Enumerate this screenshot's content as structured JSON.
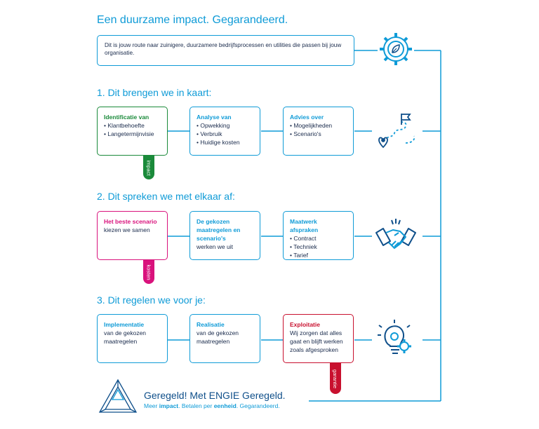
{
  "title": "Een duurzame impact. Gegarandeerd.",
  "intro": "Dit is jouw route naar zuinigere, duurzamere bedrijfsprocessen en utilities die passen bij jouw organisatie.",
  "sections": [
    {
      "title": "1. Dit brengen we in kaart:",
      "boxes": [
        {
          "head": "Identificatie van",
          "items": [
            "Klantbehoefte",
            "Langetermijnvisie"
          ]
        },
        {
          "head": "Analyse van",
          "items": [
            "Opwekking",
            "Verbruik",
            "Huidige kosten"
          ]
        },
        {
          "head": "Advies over",
          "items": [
            "Mogelijkheden",
            "Scenario's"
          ]
        }
      ],
      "tag": "impact"
    },
    {
      "title": "2. Dit spreken we met elkaar af:",
      "boxes": [
        {
          "head": "Het beste scenario",
          "body": "kiezen we samen"
        },
        {
          "head": "De gekozen maatregelen en scenario's",
          "body": "werken we uit"
        },
        {
          "head": "Maatwerk afspraken",
          "items": [
            "Contract",
            "Techniek",
            "Tarief"
          ]
        }
      ],
      "tag": "kosten"
    },
    {
      "title": "3. Dit regelen we voor je:",
      "boxes": [
        {
          "head": "Implementatie",
          "body": "van de gekozen maatregelen"
        },
        {
          "head": "Realisatie",
          "body": "van de gekozen maatregelen"
        },
        {
          "head": "Exploitatie",
          "body": "Wij zorgen dat alles gaat en blijft werken zoals afgesproken"
        }
      ],
      "tag": "garantie"
    }
  ],
  "footer": {
    "title": "Geregeld! Met ENGIE Geregeld.",
    "sub_1": "Meer ",
    "sub_2": "impact",
    "sub_3": ". Betalen per ",
    "sub_4": "eenheid",
    "sub_5": ". Gegarandeerd."
  },
  "colors": {
    "blue": "#0f9bd7",
    "navy": "#0f4f8a",
    "green": "#1a8a3a",
    "pink": "#d9127c",
    "red": "#c8102e"
  },
  "icons": [
    "gear-leaf-icon",
    "route-flag-icon",
    "handshake-icon",
    "lightbulb-gear-icon",
    "triangle-logo"
  ]
}
